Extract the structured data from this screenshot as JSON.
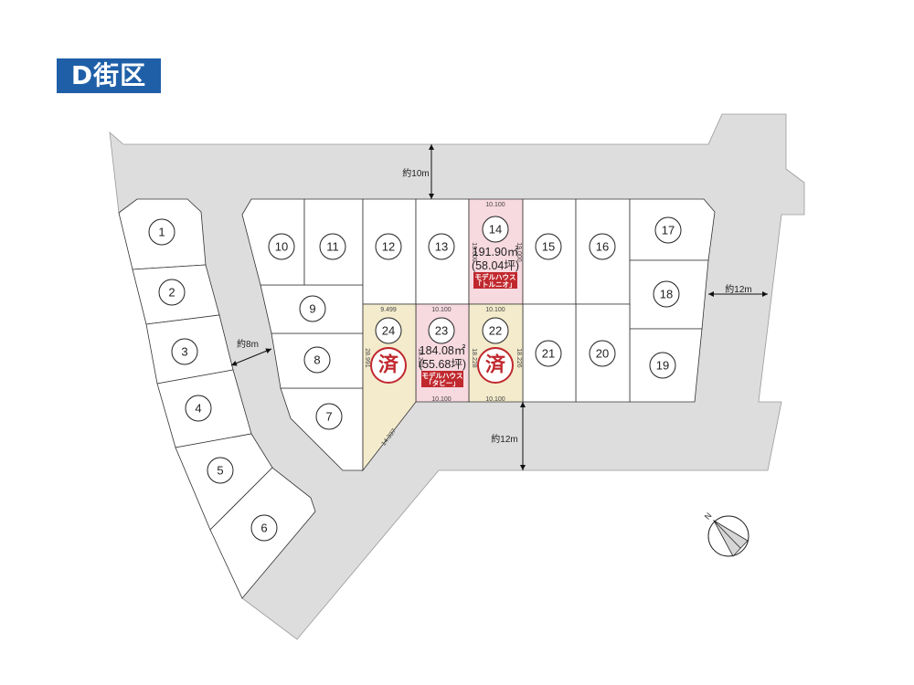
{
  "title": "D街区",
  "colors": {
    "road": "#dddddd",
    "lot": "#ffffff",
    "sold": "#f3ebcc",
    "model": "#f7d9e0",
    "badge": "#c0282e",
    "title_bg": "#1f5fa8"
  },
  "lots": [
    "1",
    "2",
    "3",
    "4",
    "5",
    "6",
    "7",
    "8",
    "9",
    "10",
    "11",
    "12",
    "13",
    "14",
    "15",
    "16",
    "17",
    "18",
    "19",
    "20",
    "21",
    "22",
    "23",
    "24"
  ],
  "sold_lots": [
    "22",
    "24"
  ],
  "model_lots": [
    "14",
    "23"
  ],
  "sold_mark": "済",
  "lot14": {
    "area": "191.90㎡",
    "tsubo": "(58.04坪)",
    "badge1": "モデルハウス",
    "badge2": "「トルニオ」",
    "top": "10.100",
    "left": "19.000",
    "right": "19.000"
  },
  "lot23": {
    "area": "184.08㎡",
    "tsubo": "(55.68坪)",
    "badge1": "モデルハウス",
    "badge2": "「タビー」",
    "top": "10.100",
    "bottom": "10.100",
    "left": "18.228"
  },
  "lot22": {
    "top": "10.100",
    "bottom": "10.100",
    "left": "18.228",
    "right": "18.226"
  },
  "lot24": {
    "top": "9.499",
    "left": "28.991",
    "diag": "14.337"
  },
  "roads": {
    "top": "約10m",
    "right": "約12m",
    "bottom": "約12m",
    "left": "約8m"
  },
  "compass": "N"
}
